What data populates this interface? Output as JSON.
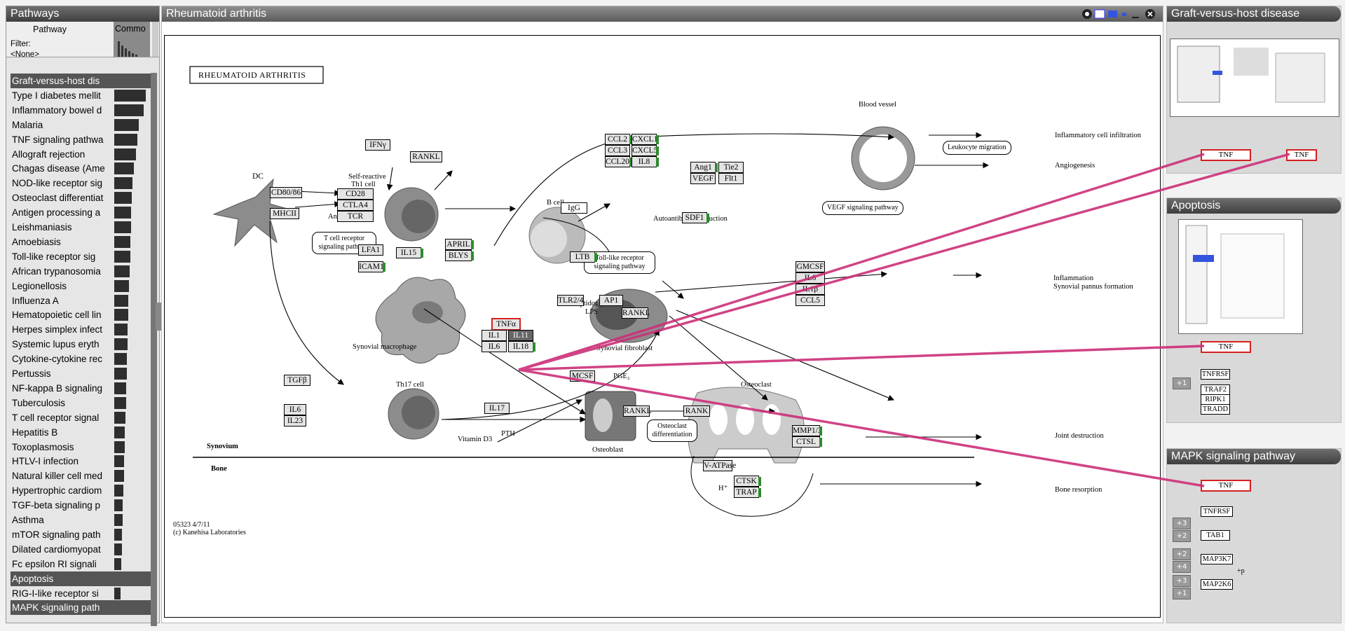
{
  "left_panel": {
    "title": "Pathways",
    "col_pathway": "Pathway",
    "col_common": "Commo",
    "filter_label": "Filter:",
    "filter_value": "<None>",
    "rows": [
      {
        "label": "Graft-versus-host dis",
        "bar": 0,
        "selected": true
      },
      {
        "label": "Type I diabetes mellit",
        "bar": 45
      },
      {
        "label": "Inflammatory bowel d",
        "bar": 42
      },
      {
        "label": "Malaria",
        "bar": 35
      },
      {
        "label": "TNF signaling pathwa",
        "bar": 33
      },
      {
        "label": "Allograft rejection",
        "bar": 31
      },
      {
        "label": "Chagas disease (Ame",
        "bar": 28
      },
      {
        "label": "NOD-like receptor sig",
        "bar": 26
      },
      {
        "label": "Osteoclast differentiat",
        "bar": 25
      },
      {
        "label": "Antigen processing a",
        "bar": 24
      },
      {
        "label": "Leishmaniasis",
        "bar": 24
      },
      {
        "label": "Amoebiasis",
        "bar": 23
      },
      {
        "label": "Toll-like receptor sig",
        "bar": 23
      },
      {
        "label": "African trypanosomia",
        "bar": 22
      },
      {
        "label": "Legionellosis",
        "bar": 21
      },
      {
        "label": "Influenza A",
        "bar": 20
      },
      {
        "label": "Hematopoietic cell lin",
        "bar": 20
      },
      {
        "label": "Herpes simplex infect",
        "bar": 19
      },
      {
        "label": "Systemic lupus eryth",
        "bar": 19
      },
      {
        "label": "Cytokine-cytokine rec",
        "bar": 18
      },
      {
        "label": "Pertussis",
        "bar": 18
      },
      {
        "label": "NF-kappa B signaling",
        "bar": 17
      },
      {
        "label": "Tuberculosis",
        "bar": 17
      },
      {
        "label": "T cell receptor signal",
        "bar": 16
      },
      {
        "label": "Hepatitis B",
        "bar": 15
      },
      {
        "label": "Toxoplasmosis",
        "bar": 15
      },
      {
        "label": "HTLV-I infection",
        "bar": 14
      },
      {
        "label": "Natural killer cell med",
        "bar": 14
      },
      {
        "label": "Hypertrophic cardiom",
        "bar": 13
      },
      {
        "label": "TGF-beta signaling p",
        "bar": 12
      },
      {
        "label": "Asthma",
        "bar": 12
      },
      {
        "label": "mTOR signaling path",
        "bar": 11
      },
      {
        "label": "Dilated cardiomyopat",
        "bar": 11
      },
      {
        "label": "Fc epsilon RI signali",
        "bar": 10
      },
      {
        "label": "Apoptosis",
        "bar": 0,
        "selected": true
      },
      {
        "label": "RIG-I-like receptor si",
        "bar": 9
      },
      {
        "label": "MAPK signaling path",
        "bar": 0,
        "selected": true
      }
    ]
  },
  "main": {
    "title": "Rheumatoid arthritis",
    "map_title": "RHEUMATOID ARTHRITIS",
    "footer_id": "05323 4/7/11",
    "footer_copy": "(c) Kanehisa Laboratories",
    "labels": {
      "dc": "DC",
      "self_reactive": "Self-reactive",
      "th1": "Th1 cell",
      "antigen": "Antigen",
      "tcr_pathway": "T cell receptor signaling pathway",
      "synovial_macrophage": "Synovial macrophage",
      "b_cell": "B cell",
      "autoantibody": "Autoantibody production",
      "blood_vessel": "Blood vessel",
      "leukocyte": "Leukocyte migration",
      "inflam_infil": "Inflammatory cell infiltration",
      "angiogenesis": "Angiogenesis",
      "vegf_path": "VEGF signaling pathway",
      "tlr_path": "Toll-like receptor signaling pathway",
      "peptidoglycan": "Peptidoglycan",
      "lps": "LPS",
      "synovial_fibroblast": "Synovial fibroblast",
      "inflammation": "Inflammation",
      "pannus": "Synovial pannus formation",
      "th17": "Th17 cell",
      "pge2": "PGE₂",
      "osteoblast": "Osteoblast",
      "osteoclast": "Osteoclast",
      "osteoclast_diff": "Osteoclast differentiation",
      "vitamin_d3": "Vitamin D3",
      "pth": "PTH",
      "joint_destruction": "Joint destruction",
      "bone_resorption": "Bone resorption",
      "synovium": "Synovium",
      "bone": "Bone",
      "h_plus": "H⁺"
    },
    "genes": {
      "ifny": "IFNγ",
      "rankl1": "RANKL",
      "cd80": "CD80/86",
      "mhcii": "MHCII",
      "cd28": "CD28",
      "ctla4": "CTLA4",
      "tcr": "TCR",
      "lfa1": "LFA1",
      "il15": "IL15",
      "icam1": "ICAM1",
      "april": "APRIL",
      "blys": "BLYS",
      "igg": "IgG",
      "ltb": "LTB",
      "ccl2": "CCL2",
      "cxcl1": "CXCL1",
      "ccl3": "CCL3",
      "cxcl5": "CXCL5",
      "ccl20": "CCL20",
      "il8": "IL8",
      "ang1": "Ang1",
      "tie2": "Tie2",
      "vegf": "VEGF",
      "flt1": "Flt1",
      "sdf1": "SDF1",
      "gmcsf": "GMCSF",
      "il6a": "IL6",
      "il1b": "IL1β",
      "ccl5": "CCL5",
      "tlr24": "TLR2/4",
      "ap1": "AP1",
      "rankl2": "RANKL",
      "tnfa": "TNFα",
      "il1": "IL1",
      "il11": "IL11",
      "il6b": "IL6",
      "il18": "IL18",
      "tgfb": "TGFβ",
      "il6c": "IL6",
      "il23": "IL23",
      "il17": "IL17",
      "mcsf": "MCSF",
      "rankl3": "RANKL",
      "rank": "RANK",
      "mmp1": "MMP1/3",
      "ctsl": "CTSL",
      "vatpase": "V-ATPase",
      "ctsk": "CTSK",
      "trap": "TRAP"
    }
  },
  "right": {
    "gvhd_title": "Graft-versus-host disease",
    "apoptosis_title": "Apoptosis",
    "mapk_title": "MAPK signaling pathway",
    "tnf": "TNF",
    "tnfrsf": "TNFRSF",
    "traf2": "TRAF2",
    "ripk1": "RIPK1",
    "tradd": "TRADD",
    "tab1": "TAB1",
    "map3k7": "MAP3K7",
    "map2k6": "MAP2K6",
    "p": "+p",
    "plus1": "+1",
    "plus3": "+3",
    "plus2": "+2",
    "plus4": "+4"
  },
  "colors": {
    "highlight": "#cc2f78",
    "gene_border": "#d42020",
    "header": "#666666"
  }
}
